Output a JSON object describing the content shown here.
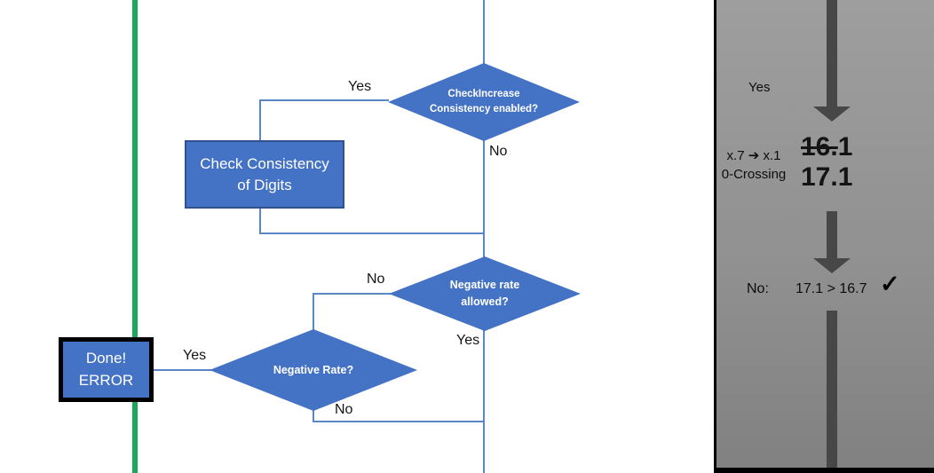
{
  "colors": {
    "accent_blue": "#4472C4",
    "accent_blue_dark": "#2F528F",
    "connector_blue": "#5B87C5",
    "green_line": "#1EA75C",
    "arrow_gray": "#474747",
    "panel_gray_top": "#9E9E9E",
    "panel_gray_bottom": "#818181"
  },
  "flowchart": {
    "decision_check_increase": {
      "label": "CheckIncrease Consistency enabled?",
      "yes": "Yes",
      "no": "No"
    },
    "process_check_consistency": {
      "label": "Check Consistency of Digits"
    },
    "decision_negative_allowed": {
      "label": "Negative rate allowed?",
      "no": "No",
      "yes": "Yes"
    },
    "decision_negative_rate": {
      "label": "Negative Rate?",
      "yes": "Yes",
      "no": "No"
    },
    "done_box": {
      "line1": "Done!",
      "line2": "ERROR"
    }
  },
  "panel": {
    "yes_label": "Yes",
    "annotation": {
      "line1": "x.7 ➔ x.1",
      "line2": "0-Crossing"
    },
    "values": {
      "old_struck": "16.",
      "old_rest": "1",
      "new": "17.1"
    },
    "result": {
      "prefix": "No:",
      "comparison": "17.1 > 16.7",
      "checkmark": "✓"
    }
  }
}
